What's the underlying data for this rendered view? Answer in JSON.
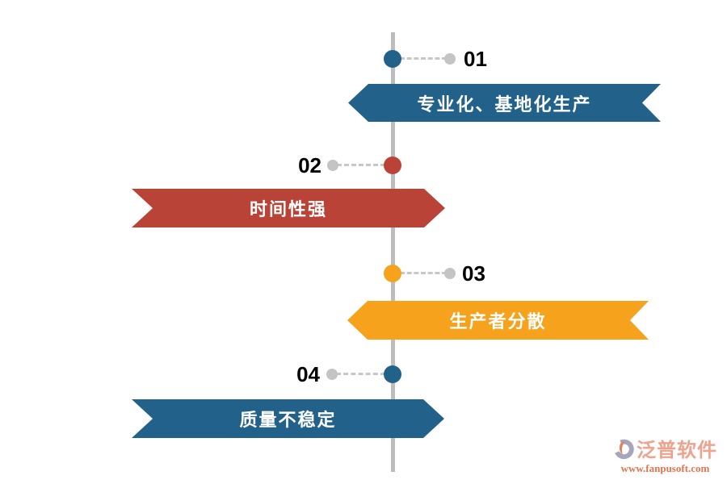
{
  "page": {
    "background": "#ffffff",
    "axis_color": "#bdbdbd",
    "connector_color": "#c7c7c7",
    "end_dot_color": "#c4c4c4",
    "number_color": "#000000",
    "banner_text_color": "#ffffff"
  },
  "timeline": {
    "items": [
      {
        "number": "01",
        "label": "专业化、基地化生产",
        "color": "#21618a",
        "side": "right"
      },
      {
        "number": "02",
        "label": "时间性强",
        "color": "#ba4338",
        "side": "left"
      },
      {
        "number": "03",
        "label": "生产者分散",
        "color": "#f6a21d",
        "side": "right"
      },
      {
        "number": "04",
        "label": "质量不稳定",
        "color": "#21618a",
        "side": "left"
      }
    ]
  },
  "watermark": {
    "brand": "泛普软件",
    "url": "www.fanpusoft.com",
    "brand_color": "#eda38e",
    "url_color": "#e4744b",
    "icon_gray": "#a6a5bb",
    "icon_orange": "#db8660"
  }
}
